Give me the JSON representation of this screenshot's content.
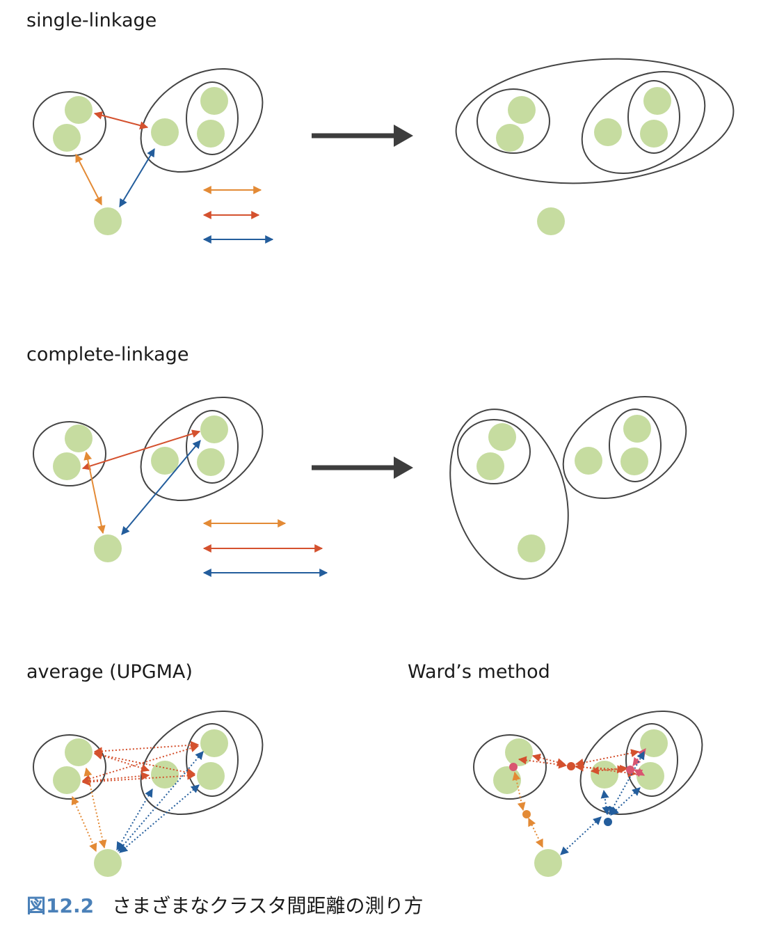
{
  "labels": {
    "single": "single-linkage",
    "complete": "complete-linkage",
    "average": "average (UPGMA)",
    "ward": "Ward’s method"
  },
  "caption": {
    "figure": "図12.2",
    "text": "さまざまなクラスタ間距離の測り方"
  },
  "colors": {
    "point": "#c6dca0",
    "outline": "#444444",
    "arrow_orange": "#e38a35",
    "arrow_red": "#d4512e",
    "arrow_blue": "#235d9c",
    "centroid_pink": "#d95570",
    "big_arrow": "#3d3d3d"
  },
  "icons": [
    "large-right-arrow-icon",
    "double-headed-arrow-icon",
    "dotted-double-headed-arrow-icon",
    "centroid-dot-icon"
  ]
}
